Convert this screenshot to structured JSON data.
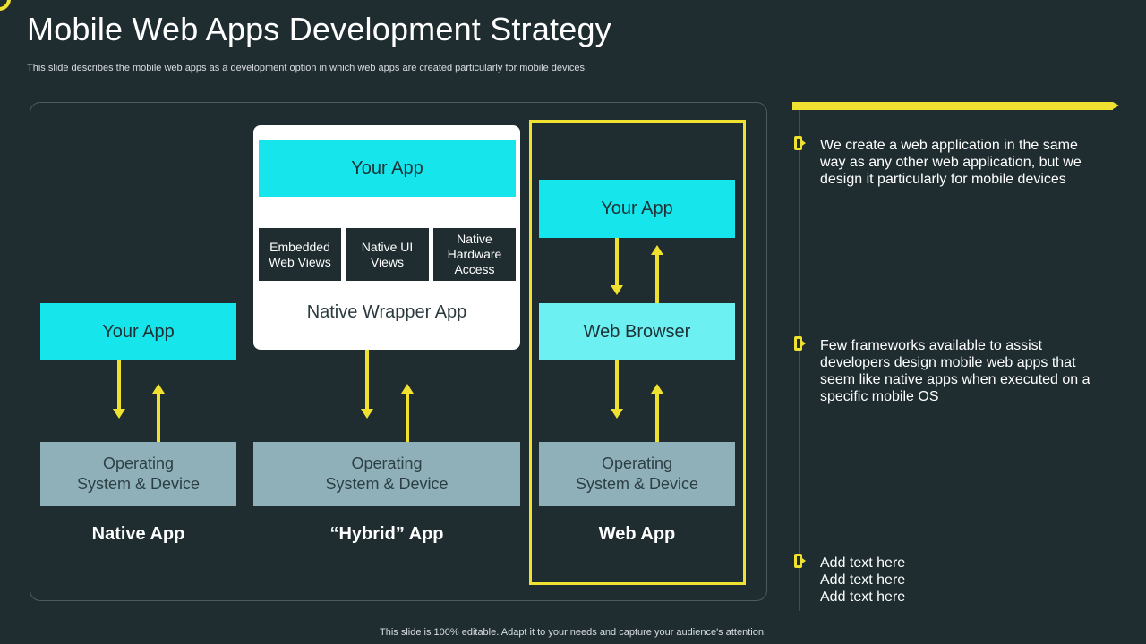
{
  "title": "Mobile Web Apps Development Strategy",
  "subtitle": "This slide describes the mobile web apps as a development option in which web apps are created particularly for mobile devices.",
  "columns": {
    "native": {
      "app": "Your App",
      "os_line1": "Operating",
      "os_line2": "System & Device",
      "label": "Native App"
    },
    "hybrid": {
      "app": "Your App",
      "components": [
        {
          "line1": "Embedded",
          "line2": "Web Views",
          "line3": ""
        },
        {
          "line1": "Native UI",
          "line2": "Views",
          "line3": ""
        },
        {
          "line1": "Native",
          "line2": "Hardware",
          "line3": "Access"
        }
      ],
      "wrapper": "Native Wrapper App",
      "os_line1": "Operating",
      "os_line2": "System & Device",
      "label": "“Hybrid” App"
    },
    "web": {
      "app": "Your App",
      "browser": "Web Browser",
      "os_line1": "Operating",
      "os_line2": "System & Device",
      "label": "Web App"
    }
  },
  "bullets": [
    {
      "line1": "We create a web application in the same",
      "line2": "way as any other web application, but we",
      "line3": "design it particularly for mobile devices",
      "line4": ""
    },
    {
      "line1": "Few frameworks available to assist",
      "line2": "developers design mobile web apps that",
      "line3": "seem like native apps when executed on a",
      "line4": "specific mobile OS"
    },
    {
      "line1": "Add text here",
      "line2": "Add text here",
      "line3": "Add text here",
      "line4": ""
    }
  ],
  "footer": "This slide is 100% editable. Adapt it to your needs and capture your audience's attention.",
  "colors": {
    "background": "#1f2d31",
    "accent_yellow": "#f0e130",
    "app_cyan": "#17e5ec",
    "browser_cyan": "#6cf0f2",
    "os_grey": "#8fb0b9"
  }
}
